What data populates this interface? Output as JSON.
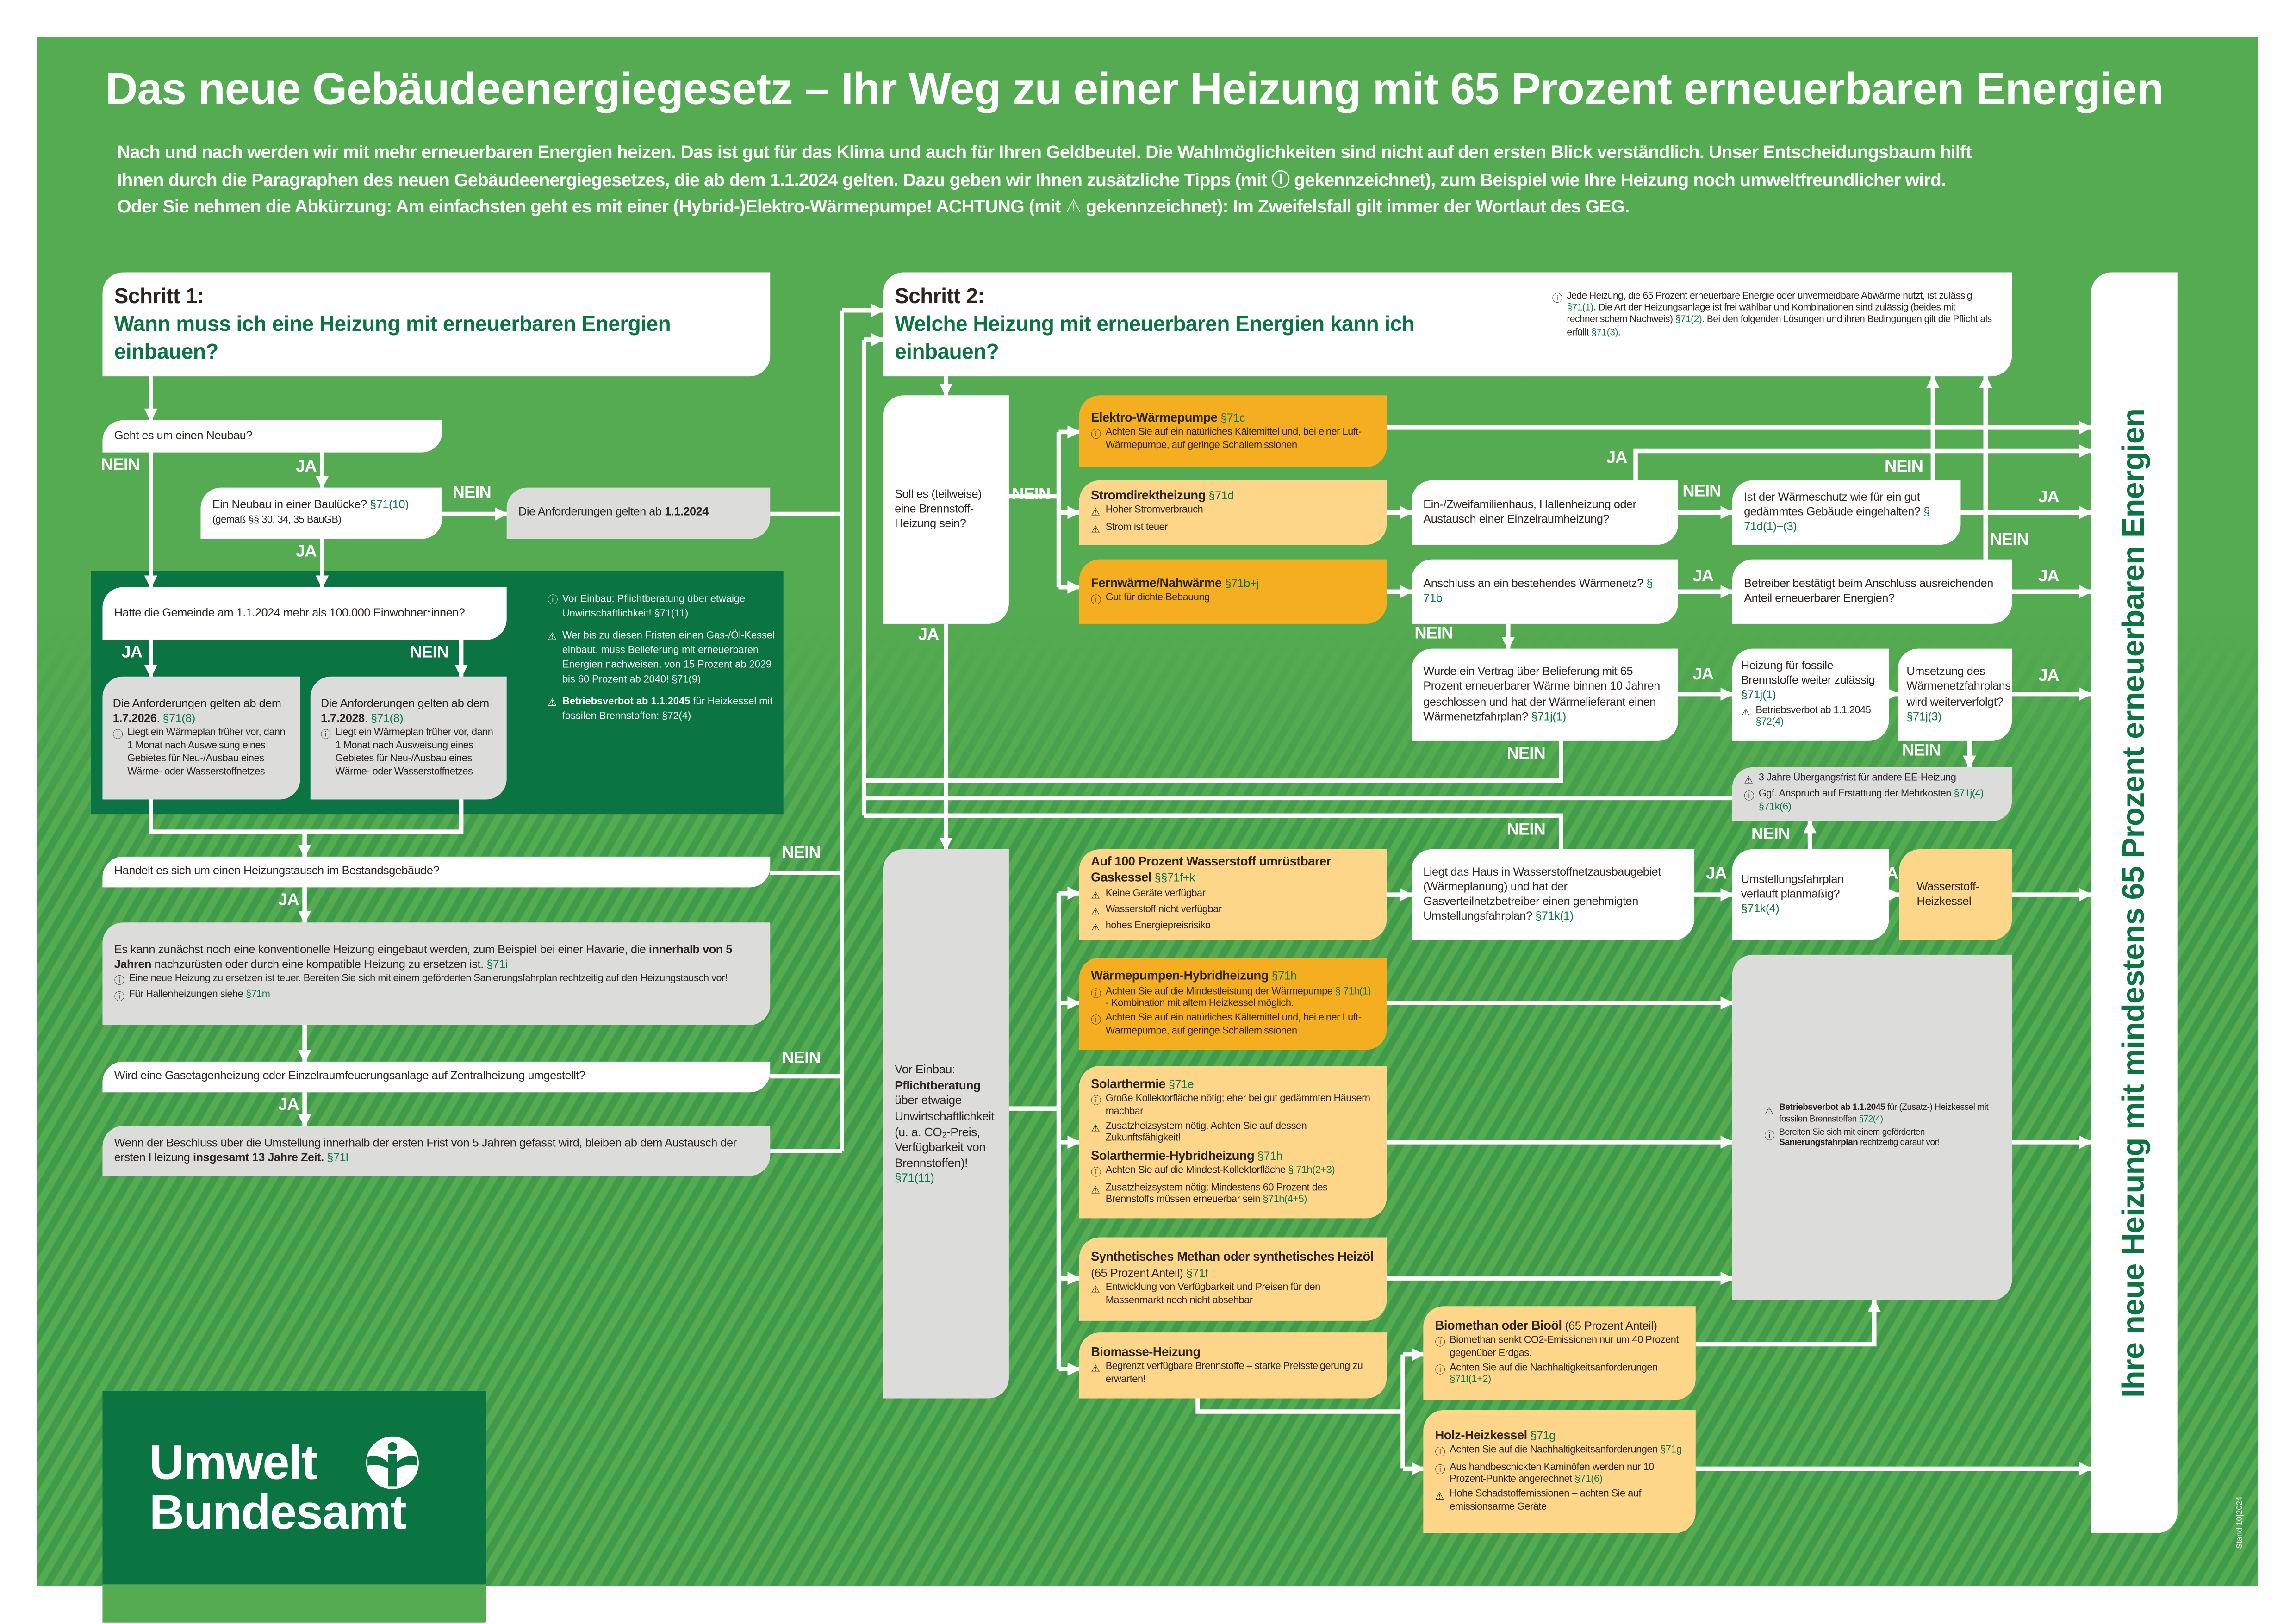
{
  "header": {
    "title": "Das neue Gebäudeenergiegesetz – Ihr Weg zu einer Heizung mit 65 Prozent erneuerbaren Energien",
    "intro": [
      [
        [
          "Nach und nach werden wir mit mehr erneuerbaren Energien heizen. Das ist gut für das Klima und auch für Ihren Geldbeutel. Die Wahlmöglichkeiten sind nicht auf den ersten Blick verständlich. Unser Entscheidungsbaum hilft"
        ]
      ],
      [
        [
          "Ihnen durch die Paragraphen des neuen Gebäudeenergiegesetzes, die ab dem 1.1.2024 gelten. Dazu geben wir Ihnen zusätzliche Tipps (mit "
        ],
        [
          "info",
          "icon"
        ],
        [
          " gekennzeichnet), zum Beispiel wie Ihre Heizung noch umweltfreundlicher wird."
        ]
      ],
      [
        [
          "Oder Sie nehmen die Abkürzung: Am einfachsten geht es mit einer (Hybrid-)Elektro-Wärmepumpe! ACHTUNG (mit "
        ],
        [
          "warn",
          "icon"
        ],
        [
          " gekennzeichnet): Im Zweifelsfall gilt immer der Wortlaut des GEG."
        ]
      ]
    ]
  },
  "labels": {
    "ja": "JA",
    "nein": "NEIN"
  },
  "step1": {
    "label": "Schritt 1:",
    "question": "Wann muss ich eine Heizung mit erneuerbaren Energien einbauen?"
  },
  "step2": {
    "label": "Schritt 2:",
    "question": "Welche Heizung mit erneuerbaren Energien kann ich einbauen?"
  },
  "nodes": {
    "step2_note": [
      {
        "i": "info",
        "s": [
          [
            "Jede Heizung, die 65 Prozent erneuerbare Energie oder unvermeidbare Abwärme nutzt, ist zulässig "
          ],
          [
            "§71(1)",
            "r"
          ],
          [
            ". Die Art der Heizungsanlage ist frei wählbar und Kombinationen sind zulässig (beides mit rechnerischem Nachweis) "
          ],
          [
            "§71(2)",
            "r"
          ],
          [
            ". Bei den folgenden Lösungen und ihren Bedingungen gilt die Pflicht als erfüllt "
          ],
          [
            "§71(3)",
            "r"
          ],
          [
            "."
          ]
        ]
      }
    ],
    "neubau": [
      {
        "s": [
          [
            "Geht es um einen Neubau?"
          ]
        ]
      }
    ],
    "bauluecke": [
      {
        "s": [
          [
            "Ein Neubau in einer Baulücke? "
          ],
          [
            "§71(10)",
            "r"
          ]
        ]
      },
      {
        "c": "small",
        "s": [
          [
            "(gemäß §§ 30, 34, 35 BauGB)"
          ]
        ]
      }
    ],
    "ab2024": [
      {
        "s": [
          [
            "Die Anforderungen gelten ab "
          ],
          [
            "1.1.2024",
            "b"
          ]
        ]
      }
    ],
    "gemeinde": [
      {
        "s": [
          [
            "Hatte die Gemeinde am 1.1.2024 mehr als 100.000 Einwohner*innen?"
          ]
        ]
      }
    ],
    "ab2026": [
      {
        "s": [
          [
            "Die Anforderungen gelten ab dem "
          ],
          [
            "1.7.2026",
            "b"
          ],
          [
            ". "
          ],
          [
            "§71(8)",
            "r"
          ]
        ]
      },
      {
        "i": "info",
        "c": "small",
        "s": [
          [
            "Liegt ein Wärmeplan früher vor, dann 1 Monat nach Ausweisung eines Gebietes für Neu-/Ausbau eines Wärme- oder Wasserstoffnetzes"
          ]
        ]
      }
    ],
    "ab2028": [
      {
        "s": [
          [
            "Die Anforderungen gelten ab dem "
          ],
          [
            "1.7.2028",
            "b"
          ],
          [
            ". "
          ],
          [
            "§71(8)",
            "r"
          ]
        ]
      },
      {
        "i": "info",
        "c": "small",
        "s": [
          [
            "Liegt ein Wärmeplan früher vor, dann 1 Monat nach Ausweisung eines Gebietes für Neu-/Ausbau eines Wärme- oder Wasserstoffnetzes"
          ]
        ]
      }
    ],
    "darknotes": [
      {
        "i": "info",
        "s": [
          [
            "Vor Einbau: Pflichtberatung über etwaige Unwirtschaftlichkeit! §71(11)"
          ]
        ]
      },
      {
        "i": "warn",
        "s": [
          [
            "Wer bis zu diesen Fristen einen Gas-/Öl-Kessel einbaut, muss Belieferung mit erneuerbaren Energien nachweisen, von 15 Prozent ab 2029 bis 60 Prozent ab 2040! §71(9)"
          ]
        ]
      },
      {
        "i": "warn",
        "s": [
          [
            "Betriebsverbot ab 1.1.2045",
            "b"
          ],
          [
            " für Heizkessel mit fossilen Brennstoffen: §72(4)"
          ]
        ]
      }
    ],
    "bestand": [
      {
        "s": [
          [
            "Handelt es sich um einen Heizungstausch im Bestandsgebäude?"
          ]
        ]
      }
    ],
    "konventionell": [
      {
        "s": [
          [
            "Es kann zunächst noch eine konventionelle Heizung eingebaut werden, zum Beispiel bei einer Havarie, die "
          ],
          [
            "innerhalb von 5 Jahren",
            "b"
          ],
          [
            " nachzurüsten oder durch eine kompatible Heizung zu ersetzen ist. "
          ],
          [
            "§71i",
            "r"
          ]
        ]
      },
      {
        "i": "info",
        "c": "small",
        "s": [
          [
            "Eine neue Heizung zu ersetzen ist teuer. Bereiten Sie sich mit einem geförderten Sanierungsfahrplan rechtzeitig auf den Heizungstausch vor!"
          ]
        ]
      },
      {
        "i": "info",
        "c": "small",
        "s": [
          [
            "Für Hallenheizungen siehe "
          ],
          [
            "§71m",
            "r"
          ]
        ]
      }
    ],
    "gasetage": [
      {
        "s": [
          [
            "Wird eine Gasetagenheizung oder Einzelraumfeuerungsanlage auf Zentralheizung umgestellt?"
          ]
        ]
      }
    ],
    "beschluss": [
      {
        "s": [
          [
            "Wenn der Beschluss über die Umstellung innerhalb der ersten Frist von 5 Jahren gefasst wird, bleiben ab dem Austausch der ersten Heizung "
          ],
          [
            "insgesamt 13 Jahre Zeit.",
            "b"
          ],
          [
            " "
          ],
          [
            "§71l",
            "r"
          ]
        ]
      }
    ],
    "brennstoff": [
      {
        "s": [
          [
            "Soll es (teilweise) eine Brennstoff-Heizung sein?"
          ]
        ]
      }
    ],
    "pflichtberatung": [
      {
        "s": [
          [
            "Vor Einbau: "
          ],
          [
            "Pflichtberatung",
            "b"
          ],
          [
            " über etwaige Unwirtschaftlichkeit (u. a. CO₂-Preis, Verfügbarkeit von Brennstoffen)! "
          ],
          [
            "§71(11)",
            "r"
          ]
        ]
      }
    ],
    "elektro": [
      {
        "s": [
          [
            "Elektro-Wärmepumpe",
            "h"
          ],
          [
            " §71c",
            "r"
          ]
        ]
      },
      {
        "i": "info",
        "c": "small",
        "s": [
          [
            "Achten Sie auf ein natürliches Kältemittel und, bei einer Luft-Wärmepumpe, auf geringe Schallemissionen"
          ]
        ]
      }
    ],
    "strom": [
      {
        "s": [
          [
            "Stromdirektheizung",
            "h"
          ],
          [
            " §71d",
            "r"
          ]
        ]
      },
      {
        "i": "warn",
        "c": "small",
        "s": [
          [
            "Hoher Stromverbrauch"
          ]
        ]
      },
      {
        "i": "warn",
        "c": "small",
        "s": [
          [
            "Strom ist teuer"
          ]
        ]
      }
    ],
    "fern": [
      {
        "s": [
          [
            "Fernwärme/Nahwärme",
            "h"
          ],
          [
            " §71b+j",
            "r"
          ]
        ]
      },
      {
        "i": "info",
        "c": "small",
        "s": [
          [
            "Gut für dichte Bebauung"
          ]
        ]
      }
    ],
    "wasserstoffkessel": [
      {
        "s": [
          [
            "Auf 100 Prozent Wasserstoff umrüstbarer Gaskessel",
            "h"
          ],
          [
            " §§71f+k",
            "r"
          ]
        ]
      },
      {
        "i": "warn",
        "c": "small",
        "s": [
          [
            "Keine Geräte verfügbar"
          ]
        ]
      },
      {
        "i": "warn",
        "c": "small",
        "s": [
          [
            "Wasserstoff nicht verfügbar"
          ]
        ]
      },
      {
        "i": "warn",
        "c": "small",
        "s": [
          [
            "hohes Energiepreisrisiko"
          ]
        ]
      }
    ],
    "wphybrid": [
      {
        "s": [
          [
            "Wärmepumpen-Hybridheizung",
            "h"
          ],
          [
            " §71h",
            "r"
          ]
        ]
      },
      {
        "i": "info",
        "c": "small",
        "s": [
          [
            "Achten Sie auf die Mindestleistung der Wärmepumpe "
          ],
          [
            "§ 71h(1)",
            "r"
          ],
          [
            " - Kombination mit altem Heizkessel möglich."
          ]
        ]
      },
      {
        "i": "info",
        "c": "small",
        "s": [
          [
            "Achten Sie auf ein natürliches Kältemittel und, bei einer Luft-Wärmepumpe, auf geringe Schallemissionen"
          ]
        ]
      }
    ],
    "solar": [
      {
        "s": [
          [
            "Solarthermie",
            "h"
          ],
          [
            " §71e",
            "r"
          ]
        ]
      },
      {
        "i": "info",
        "c": "small",
        "s": [
          [
            "Große Kollektorfläche nötig; eher bei gut gedämmten Häusern machbar"
          ]
        ]
      },
      {
        "i": "warn",
        "c": "small",
        "s": [
          [
            "Zusatzheizsystem nötig. Achten Sie auf dessen Zukunftsfähigkeit!"
          ]
        ]
      },
      {
        "s": [
          [
            "Solarthermie-Hybridheizung",
            "h"
          ],
          [
            " §71h",
            "r"
          ]
        ]
      },
      {
        "i": "info",
        "c": "small",
        "s": [
          [
            "Achten Sie auf die Mindest-Kollektorfläche "
          ],
          [
            "§ 71h(2+3)",
            "r"
          ]
        ]
      },
      {
        "i": "warn",
        "c": "small",
        "s": [
          [
            "Zusatzheizsystem nötig: Mindestens 60 Prozent des Brennstoffs müssen erneuerbar sein "
          ],
          [
            "§71h(4+5)",
            "r"
          ]
        ]
      }
    ],
    "synth": [
      {
        "s": [
          [
            "Synthetisches Methan oder synthetisches Heizöl",
            "h"
          ],
          [
            " (65 Prozent Anteil) "
          ],
          [
            "§71f",
            "r"
          ]
        ]
      },
      {
        "i": "warn",
        "c": "small",
        "s": [
          [
            "Entwicklung von Verfügbarkeit und Preisen für den Massenmarkt noch nicht absehbar"
          ]
        ]
      }
    ],
    "biomasse": [
      {
        "s": [
          [
            "Biomasse-Heizung",
            "h"
          ]
        ]
      },
      {
        "i": "warn",
        "c": "small",
        "s": [
          [
            "Begrenzt verfügbare Brennstoffe – starke Preissteigerung zu erwarten!"
          ]
        ]
      }
    ],
    "biomethan": [
      {
        "s": [
          [
            "Biomethan oder Bioöl",
            "h"
          ],
          [
            " (65 Prozent Anteil)"
          ]
        ]
      },
      {
        "i": "info",
        "c": "small",
        "s": [
          [
            "Biomethan senkt CO2-Emissionen nur um 40 Prozent gegenüber Erdgas."
          ]
        ]
      },
      {
        "i": "info",
        "c": "small",
        "s": [
          [
            "Achten Sie auf die Nachhaltigkeitsanforderungen "
          ],
          [
            "§71f(1+2)",
            "r"
          ]
        ]
      }
    ],
    "holz": [
      {
        "s": [
          [
            "Holz-Heizkessel",
            "h"
          ],
          [
            " §71g",
            "r"
          ]
        ]
      },
      {
        "i": "info",
        "c": "small",
        "s": [
          [
            "Achten Sie auf die Nachhaltigkeitsanforderungen "
          ],
          [
            "§71g",
            "r"
          ]
        ]
      },
      {
        "i": "info",
        "c": "small",
        "s": [
          [
            "Aus handbeschickten Kaminöfen werden nur 10 Prozent-Punkte angerechnet "
          ],
          [
            "§71(6)",
            "r"
          ]
        ]
      },
      {
        "i": "warn",
        "c": "small",
        "s": [
          [
            "Hohe Schadstoffemissionen – achten Sie auf emissionsarme Geräte"
          ]
        ]
      }
    ],
    "einzwei": [
      {
        "s": [
          [
            "Ein-/Zweifamilienhaus, Hallenheizung oder Austausch einer Einzelraumheizung?"
          ]
        ]
      }
    ],
    "waermeschutz": [
      {
        "s": [
          [
            "Ist der Wärmeschutz wie für ein gut gedämmtes Gebäude eingehalten? "
          ],
          [
            "§ 71d(1)+(3)",
            "r"
          ]
        ]
      }
    ],
    "anschluss": [
      {
        "s": [
          [
            "Anschluss an ein bestehendes Wärmenetz? "
          ],
          [
            "§ 71b",
            "r"
          ]
        ]
      }
    ],
    "betreiber": [
      {
        "s": [
          [
            "Betreiber bestätigt beim Anschluss ausreichenden Anteil erneuerbarer Energien?"
          ]
        ]
      }
    ],
    "vertrag": [
      {
        "s": [
          [
            "Wurde ein Vertrag über Belieferung mit 65 Prozent erneuerbarer Wärme binnen 10 Jahren geschlossen und hat der Wärmelieferant einen Wärmenetzfahrplan? "
          ],
          [
            "§71j(1)",
            "r"
          ]
        ]
      }
    ],
    "fossil": [
      {
        "s": [
          [
            "Heizung für fossile Brennstoffe weiter zulässig "
          ],
          [
            "§71j(1)",
            "r"
          ]
        ]
      },
      {
        "i": "warn",
        "c": "small",
        "s": [
          [
            "Betriebsverbot ab 1.1.2045 "
          ],
          [
            "§72(4)",
            "r"
          ]
        ]
      }
    ],
    "umsetzung": [
      {
        "s": [
          [
            "Umsetzung des Wärmenetzfahrplans wird weiterverfolgt? "
          ],
          [
            "§71j(3)",
            "r"
          ]
        ]
      }
    ],
    "frist": [
      {
        "i": "warn",
        "c": "small",
        "s": [
          [
            "3 Jahre Übergangsfrist für andere EE-Heizung"
          ]
        ]
      },
      {
        "i": "info",
        "c": "small",
        "s": [
          [
            "Ggf. Anspruch auf Erstattung der Mehrkosten "
          ],
          [
            "§71j(4) §71k(6)",
            "r"
          ]
        ]
      }
    ],
    "liegt": [
      {
        "s": [
          [
            "Liegt das Haus in Wasserstoffnetzausbaugebiet (Wärmeplanung) und hat der Gasverteilnetzbetreiber einen genehmigten Umstellungsfahrplan? "
          ],
          [
            "§71k(1)",
            "r"
          ]
        ]
      }
    ],
    "umstellung": [
      {
        "s": [
          [
            "Umstellungsfahrplan verläuft planmäßig? "
          ],
          [
            "§71k(4)",
            "r"
          ]
        ]
      }
    ],
    "h2kessel": [
      {
        "s": [
          [
            "Wasserstoff-Heizkessel"
          ]
        ]
      }
    ],
    "betriebsverbot": [
      {
        "i": "warn",
        "c": "small",
        "s": [
          [
            "Betriebsverbot ab 1.1.2045",
            "b"
          ],
          [
            " für (Zusatz-) Heizkessel mit fossilen Brennstoffen "
          ],
          [
            "§72(4)",
            "r"
          ]
        ]
      },
      {
        "i": "info",
        "c": "small",
        "s": [
          [
            "Bereiten Sie sich mit einem geförderten "
          ],
          [
            "Sanierungsfahrplan",
            "b"
          ],
          [
            " rechtzeitig darauf vor!"
          ]
        ]
      }
    ]
  },
  "final": "Ihre neue Heizung mit mindestens 65 Prozent erneuerbaren Energien",
  "stand": "Stand 10|2024",
  "logo": {
    "line1": "Umwelt",
    "line2": "Bundesamt"
  },
  "colors": {
    "green": "#55ab51",
    "dark_green": "#0b7443",
    "orange": "#f5ae1f",
    "light_orange": "#fdd68a",
    "gray": "#dcdcda"
  }
}
